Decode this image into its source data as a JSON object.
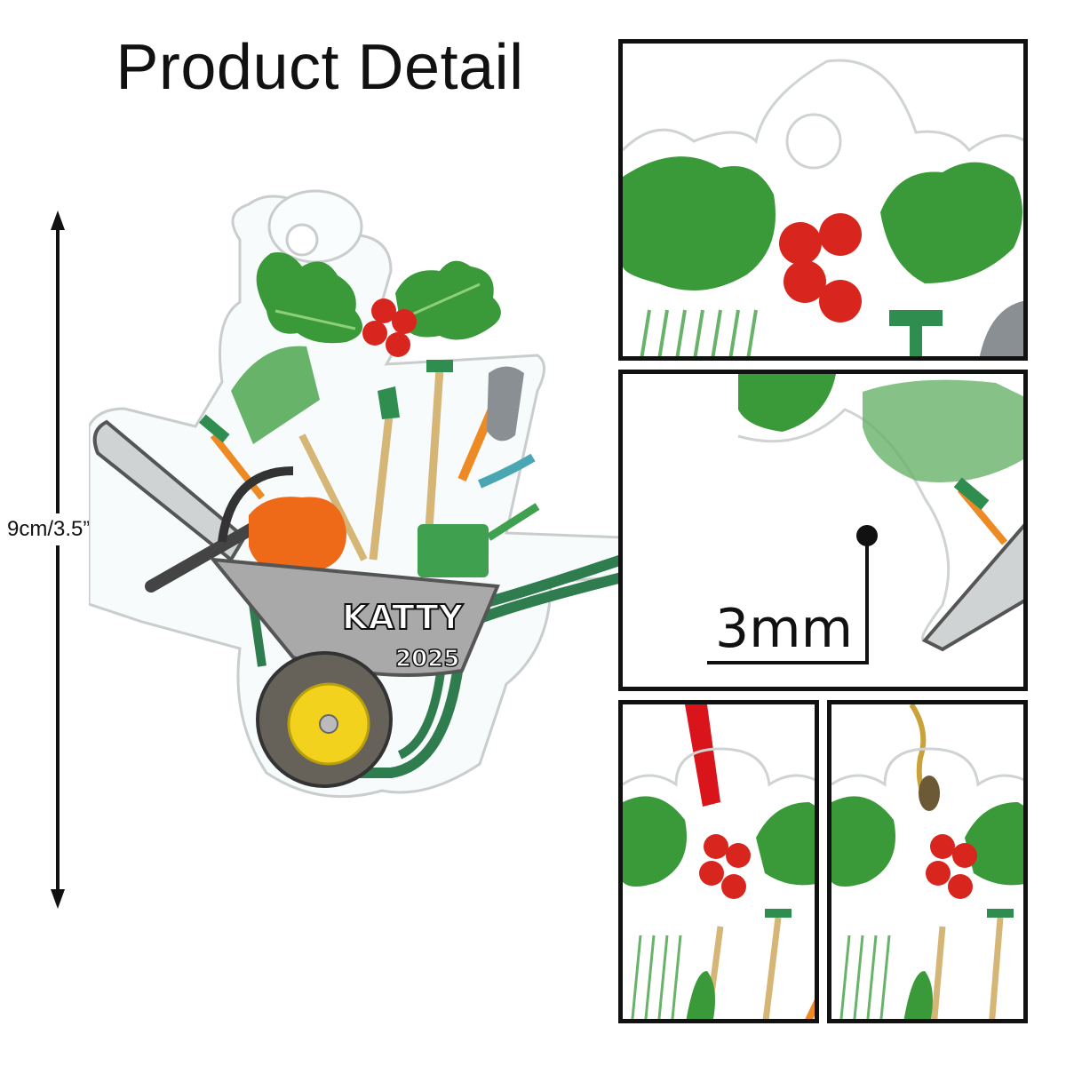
{
  "page": {
    "title": "Product Detail"
  },
  "dimension": {
    "label": "9cm/3.5”"
  },
  "ornament": {
    "name": "KATTY",
    "year": "2025"
  },
  "detail_panels": {
    "thickness_label": "3mm"
  },
  "colors": {
    "leaf_green": "#3a9a3a",
    "berry_red": "#d8261e",
    "wheel_yellow": "#f2d21c",
    "barrow_grey": "#a9a9a9",
    "frame_green": "#2f7d4f",
    "chainsaw_orange": "#ee6a18",
    "ribbon_red": "#d9141a",
    "cord_gold": "#c9a23a"
  }
}
